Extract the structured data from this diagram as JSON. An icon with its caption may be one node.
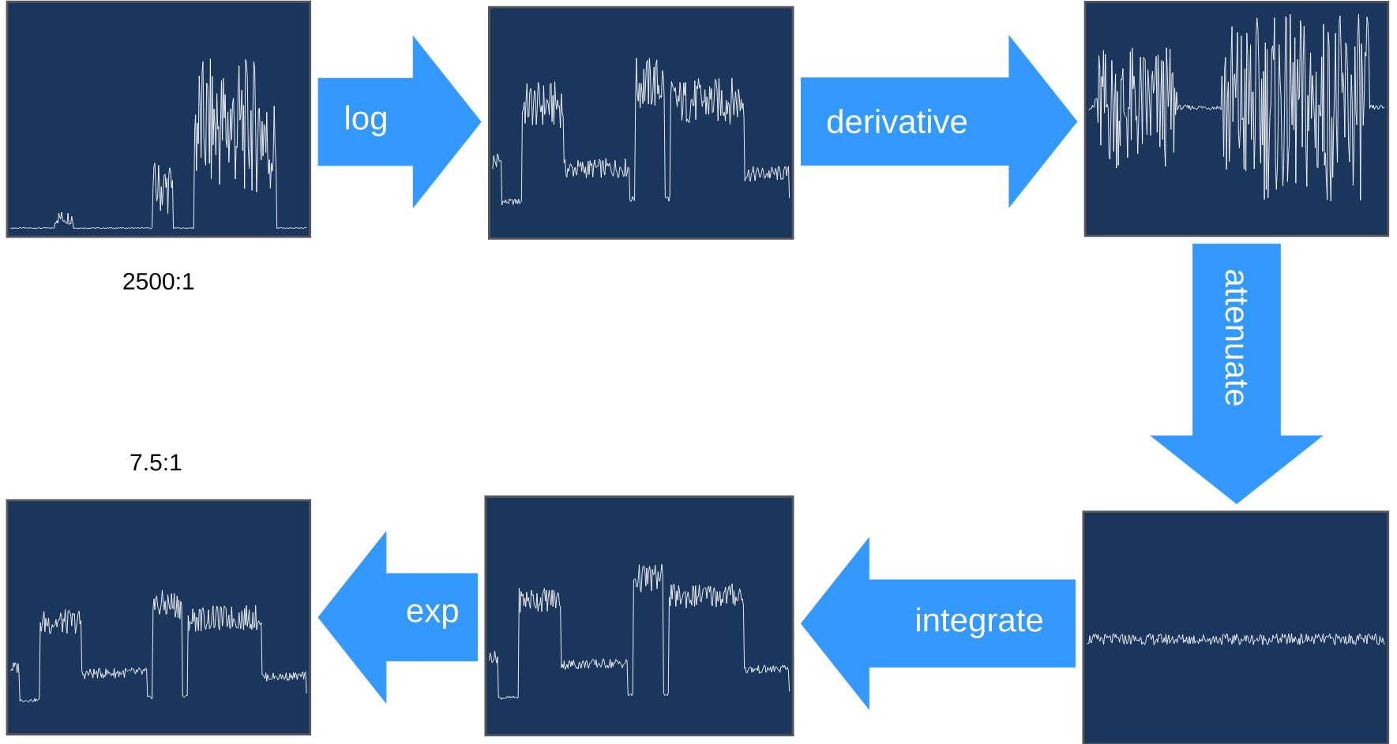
{
  "diagram": {
    "nodes": [
      {
        "text": [],
        "shape": "picture",
        "beside": [
          "2500:1"
        ]
      },
      {
        "text": [],
        "shape": "picture"
      },
      {
        "text": [],
        "shape": "picture"
      },
      {
        "text": [],
        "shape": "picture",
        "beside": [
          "7.5:1"
        ]
      },
      {
        "text": [],
        "shape": "picture"
      },
      {
        "text": [],
        "shape": "picture"
      }
    ],
    "edges": [
      {
        "from": 0,
        "to": 1,
        "arrow": "to",
        "label": "log"
      },
      {
        "from": 1,
        "to": 2,
        "arrow": "to",
        "label": "derivative"
      },
      {
        "from": 2,
        "to": 5,
        "arrow": "to",
        "label": "attenuate"
      },
      {
        "from": 5,
        "to": 4,
        "arrow": "to",
        "label": "integrate"
      },
      {
        "from": 4,
        "to": 3,
        "arrow": "to",
        "label": "exp"
      }
    ]
  }
}
